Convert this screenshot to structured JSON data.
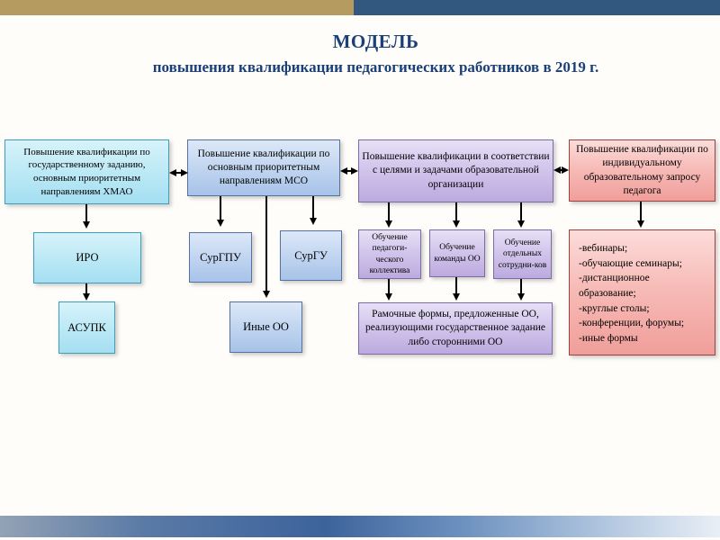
{
  "slide": {
    "title_line1": "МОДЕЛЬ",
    "title_line2": "повышения квалификации педагогических работников в 2019 г."
  },
  "boxes": {
    "hmao": "Повышение квалификации по государственному заданию, основным приоритетным направлениям ХМАО",
    "mso": "Повышение квалификации по основным приоритетным направлениям МСО",
    "org": "Повышение квалификации в соответствии с целями и задачами образовательной организации",
    "pedagog": "Повышение квалификации по индивидуальному образовательному запросу педагога",
    "iro": "ИРО",
    "asupk": "АСУПК",
    "surgpu": "СурГПУ",
    "surgu": "СурГУ",
    "inye_oo": "Иные ОО",
    "teach_collective": "Обучение педагоги-ческого коллектива",
    "teach_team": "Обучение команды ОО",
    "teach_individual": "Обучение отдельных сотрудни-ков",
    "ramochnye": "Рамочные формы, предложенные ОО, реализующими государственное задание либо сторонними ОО"
  },
  "forms_list": [
    "-вебинары;",
    "-обучающие семинары;",
    "-дистанционное образование;",
    "-круглые столы;",
    "-конференции, форумы;",
    "-иные формы"
  ],
  "colors": {
    "accent_tan": "#b69b61",
    "accent_blue": "#335880",
    "title_text": "#1b3f77",
    "cyan_fill": "#bfeaf6",
    "blue_fill": "#c4d7f1",
    "purple_fill": "#d2c6ec",
    "pink_fill": "#f7bcb8"
  }
}
